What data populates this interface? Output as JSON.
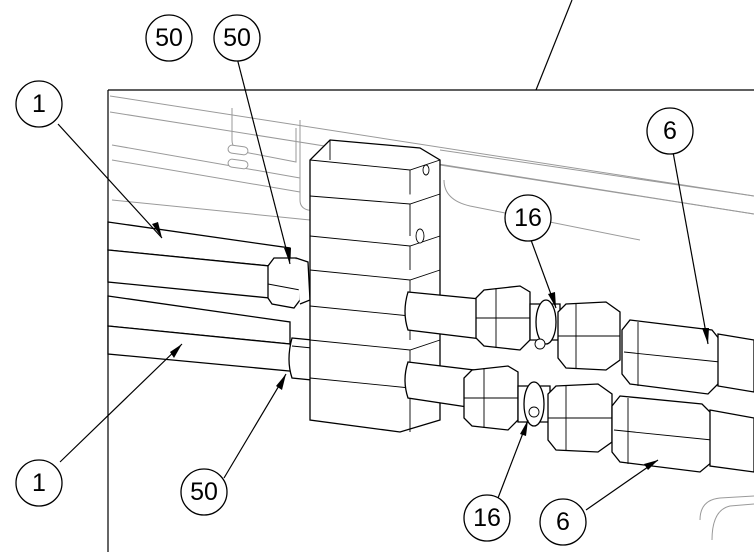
{
  "callouts": [
    {
      "id": "c50a",
      "label": "50"
    },
    {
      "id": "c50b",
      "label": "50"
    },
    {
      "id": "c1top",
      "label": "1"
    },
    {
      "id": "c6top",
      "label": "6"
    },
    {
      "id": "c16top",
      "label": "16"
    },
    {
      "id": "c1bot",
      "label": "1"
    },
    {
      "id": "c50bot",
      "label": "50"
    },
    {
      "id": "c16bot",
      "label": "16"
    },
    {
      "id": "c6bot",
      "label": "6"
    }
  ],
  "colors": {
    "line": "#000000",
    "hidden_detail": "#9a9a9a",
    "background": "#ffffff"
  }
}
